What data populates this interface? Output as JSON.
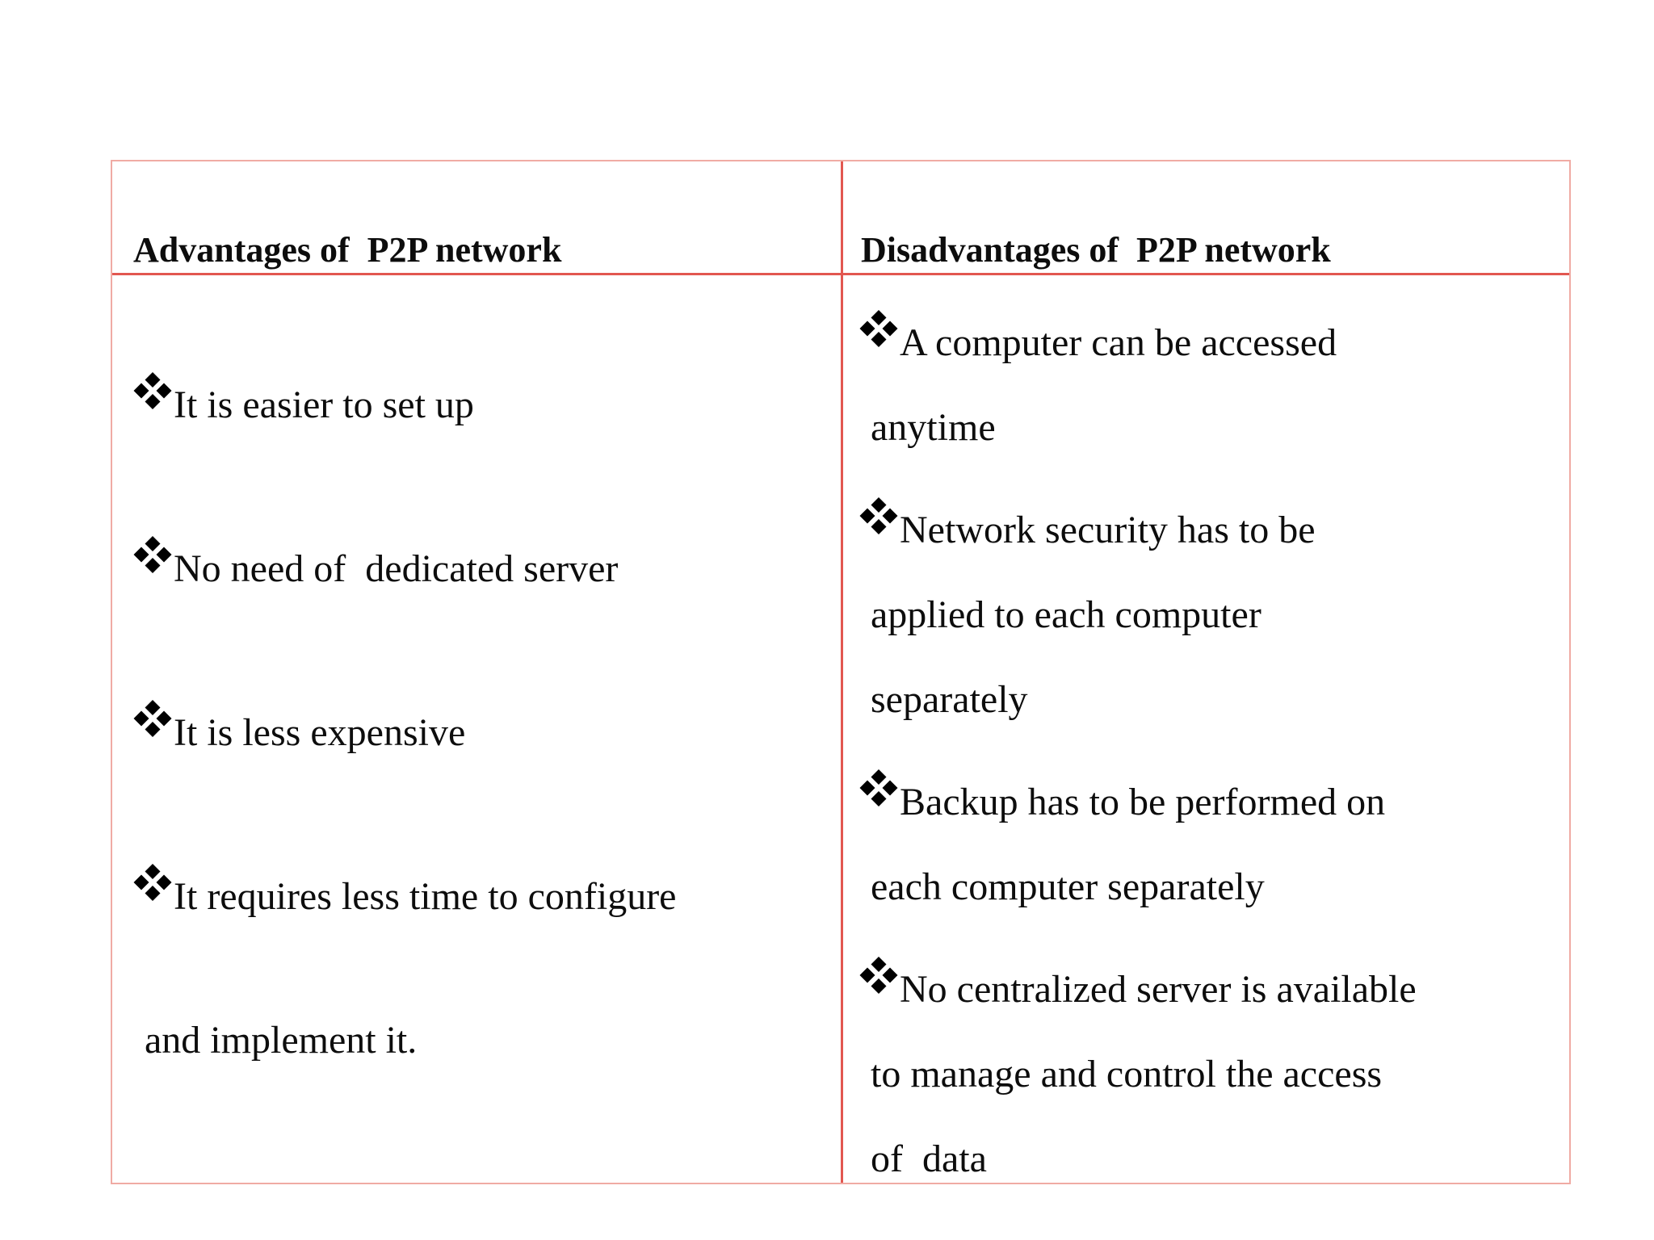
{
  "slide": {
    "background": "#ffffff",
    "table": {
      "outer_border_color": "#f0aba4",
      "inner_border_color": "#e25750",
      "bullet_icon": "four-diamond-bullet",
      "bullet_color": "#000000",
      "columns": [
        {
          "header": "Advantages of  P2P network",
          "items": [
            {
              "lines": [
                "It is easier to set up"
              ]
            },
            {
              "lines": [
                "No need of  dedicated server"
              ]
            },
            {
              "lines": [
                "It is less expensive"
              ]
            },
            {
              "lines": [
                "It requires less time to configure",
                "and implement it."
              ]
            }
          ]
        },
        {
          "header": "Disadvantages of  P2P network",
          "items": [
            {
              "lines": [
                "A computer can be accessed",
                "anytime"
              ]
            },
            {
              "lines": [
                "Network security has to be",
                "applied to each computer",
                "separately"
              ]
            },
            {
              "lines": [
                "Backup has to be performed on",
                "each computer separately"
              ]
            },
            {
              "lines": [
                "No centralized server is available",
                "to manage and control the access",
                "of  data"
              ]
            }
          ]
        }
      ]
    }
  }
}
